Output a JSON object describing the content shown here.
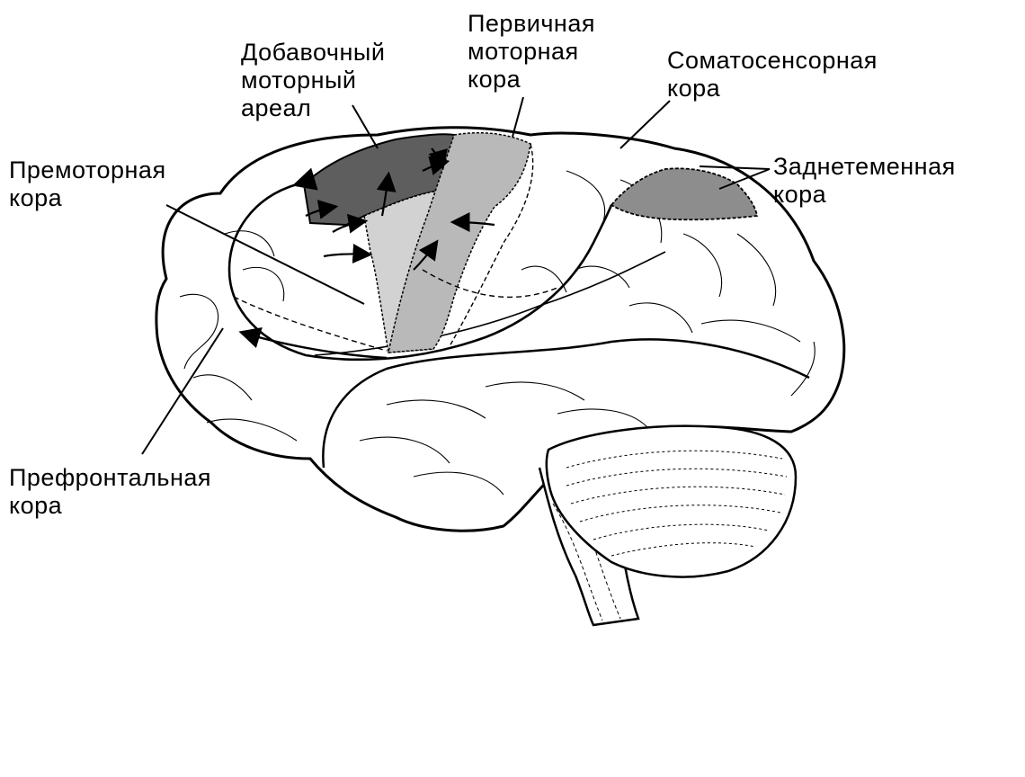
{
  "labels": {
    "supplementary_motor": [
      "Добавочный",
      "моторный",
      "ареал"
    ],
    "primary_motor": [
      "Первичная",
      "моторная",
      "кора"
    ],
    "somatosensory": [
      "Соматосенсорная",
      "кора"
    ],
    "premotor": [
      "Премоторная",
      "кора"
    ],
    "posterior_parietal": [
      "Заднетеменная",
      "кора"
    ],
    "prefrontal": [
      "Префронтальная",
      "кора"
    ]
  },
  "colors": {
    "ink": "#000000",
    "background": "#ffffff",
    "supplementary_motor_fill": "#5e5e5e",
    "primary_motor_fill": "#b9b9b9",
    "premotor_fill": "#d2d2d2",
    "posterior_parietal_fill": "#8d8d8d"
  }
}
